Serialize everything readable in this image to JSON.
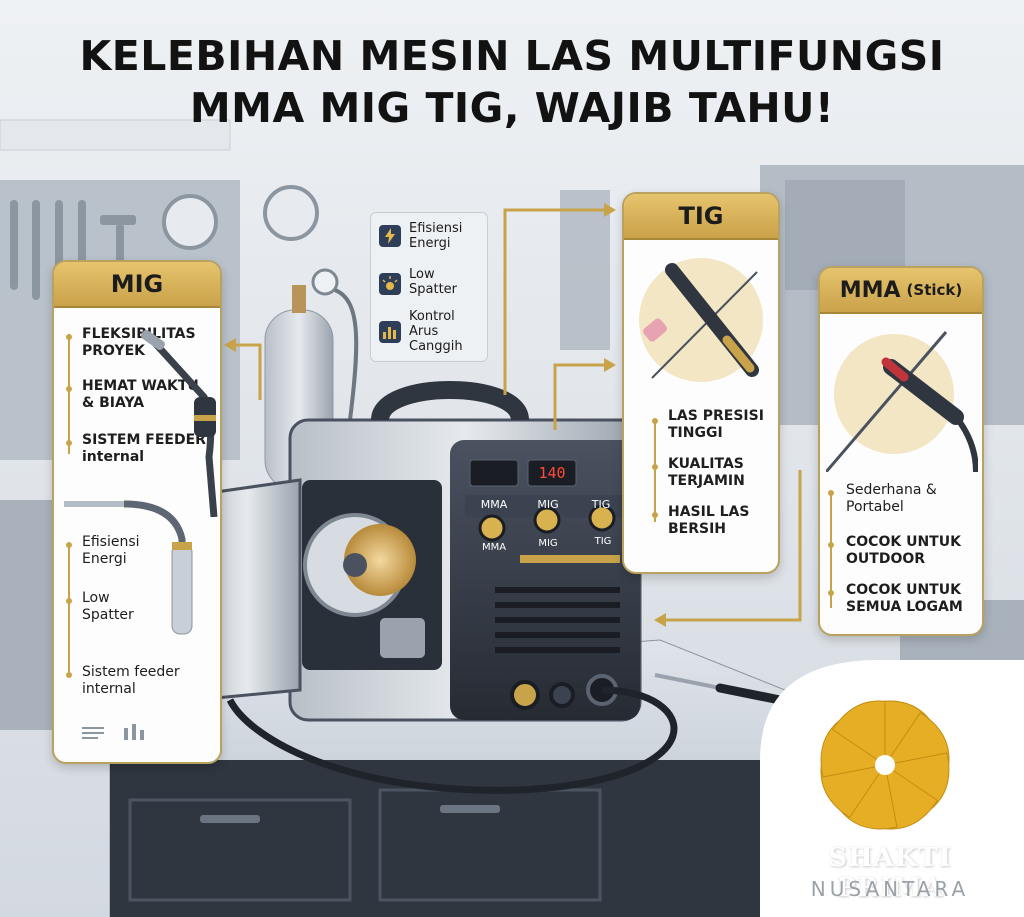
{
  "title": {
    "line1": "KELEBIHAN MESIN LAS MULTIFUNGSI",
    "line2": "MMA MIG TIG, WAJIB TAHU!"
  },
  "mig_card": {
    "header": "MIG",
    "features_top": [
      "FLEKSIBILITAS PROYEK",
      "HEMAT WAKTU & BIAYA",
      "SISTEM FEEDER internal"
    ],
    "features_bottom": [
      "Efisiensi Energi",
      "Low Spatter",
      "Sistem feeder internal"
    ]
  },
  "tig_card": {
    "header": "TIG",
    "features": [
      "LAS PRESISI TINGGI",
      "KUALITAS TERJAMIN",
      "HASIL LAS BERSIH"
    ]
  },
  "mma_card": {
    "header": "MMA",
    "header_suffix": "(Stick)",
    "features": [
      "Sederhana & Portabel",
      "COCOK UNTUK OUTDOOR",
      "COCOK UNTUK SEMUA LOGAM"
    ]
  },
  "center_info": {
    "items": [
      {
        "icon": "lightning-icon",
        "label": "Efisiensi Energi"
      },
      {
        "icon": "spark-icon",
        "label": "Low Spatter"
      },
      {
        "icon": "bars-icon",
        "label": "Kontrol Arus Canggih"
      }
    ]
  },
  "machine_panel": {
    "modes": [
      "MMA",
      "MIG",
      "TIG"
    ],
    "display": "140"
  },
  "brand": {
    "name": "SHAKTI PRIMA",
    "sub": "NUSANTARA"
  },
  "colors": {
    "gold": "#c9a34a",
    "card_border": "#b9a160",
    "dark": "#2e3e58",
    "logo_yellow": "#e6ae24"
  }
}
